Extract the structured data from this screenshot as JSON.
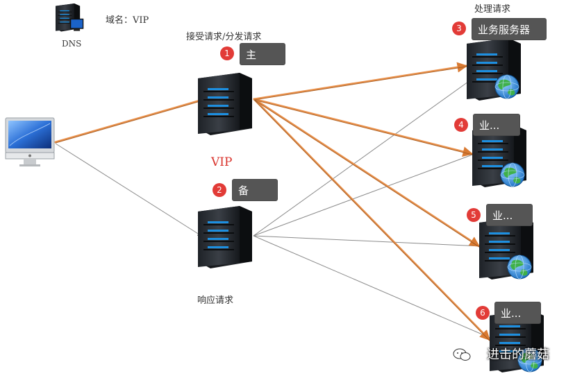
{
  "dns_label": "DNS",
  "domain_label": "域名：VIP",
  "forward_label": "接受请求/分发请求",
  "vip_label": "VIP",
  "response_label": "响应请求",
  "handle_label": "处理请求",
  "callouts": [
    {
      "num": "1",
      "text": "主"
    },
    {
      "num": "2",
      "text": "备"
    },
    {
      "num": "3",
      "text": "业务服务器"
    },
    {
      "num": "4",
      "text": "业..."
    },
    {
      "num": "5",
      "text": "业..."
    },
    {
      "num": "6",
      "text": "业..."
    }
  ],
  "watermark": "进击的蘑菇",
  "colors": {
    "active_link": "#e9904a",
    "passive_link": "#8a8a8a",
    "badge": "#e23b37",
    "callout_bg": "#555555",
    "vip_text": "#d9322b"
  },
  "icons": [
    "dns-server-icon",
    "client-computer-icon",
    "load-balancer-master-icon",
    "load-balancer-backup-icon",
    "app-server-icon",
    "globe-icon",
    "wechat-icon"
  ]
}
